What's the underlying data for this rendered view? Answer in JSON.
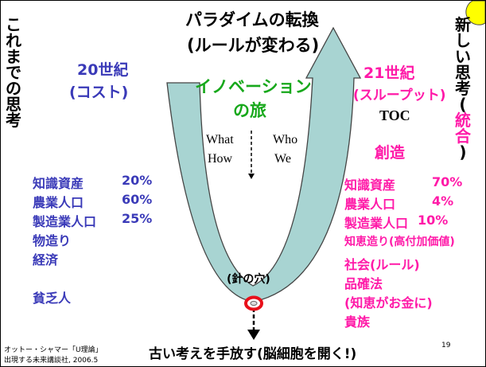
{
  "title_line1": "パラダイムの転換",
  "title_line2": "(ルールが変わる)",
  "left_vertical": [
    "こ",
    "れ",
    "ま",
    "で",
    "の",
    "思",
    "考"
  ],
  "right_vertical": [
    "新",
    "し",
    "い",
    "思",
    "考",
    "(",
    "統",
    "合",
    ")"
  ],
  "left_era": "20世紀",
  "left_era_sub": "(コスト)",
  "right_era": "21世紀",
  "right_era_sub": "(スループット)",
  "toc": "TOC",
  "creation": "創造",
  "innovation_line1": "イノベーション",
  "innovation_line2": "の旅",
  "what": "What",
  "how": "How",
  "who": "Who",
  "we": "We",
  "needle": "(針の穴)",
  "left_list": [
    {
      "label": "知識資産",
      "value": "20%"
    },
    {
      "label": "農業人口",
      "value": "60%"
    },
    {
      "label": "製造業人口",
      "value": "25%"
    },
    {
      "label": "物造り",
      "value": ""
    },
    {
      "label": "経済",
      "value": ""
    }
  ],
  "left_poor": "貧乏人",
  "right_list": [
    {
      "label": "知識資産",
      "value": "70%"
    },
    {
      "label": "農業人口",
      "value": "4%"
    },
    {
      "label": "製造業人口",
      "value": "10%"
    }
  ],
  "right_list2": [
    "知恵造り(高付加価値)",
    "社会(ルール)",
    "品確法",
    "(知恵がお金に)",
    "貴族"
  ],
  "footer_main": "古い考えを手放す(脳細胞を開く!)",
  "citation_line1": "オットー・シャマー「U理論」",
  "citation_line2": "出現する未来講談社, 2006.5",
  "page_number": "19",
  "colors": {
    "u_shape": "#a8d4d2",
    "accent_pink": "#ff1aa8",
    "accent_blue": "#3a3ab8",
    "accent_green": "#17a81b",
    "ring": "#e8101a"
  }
}
